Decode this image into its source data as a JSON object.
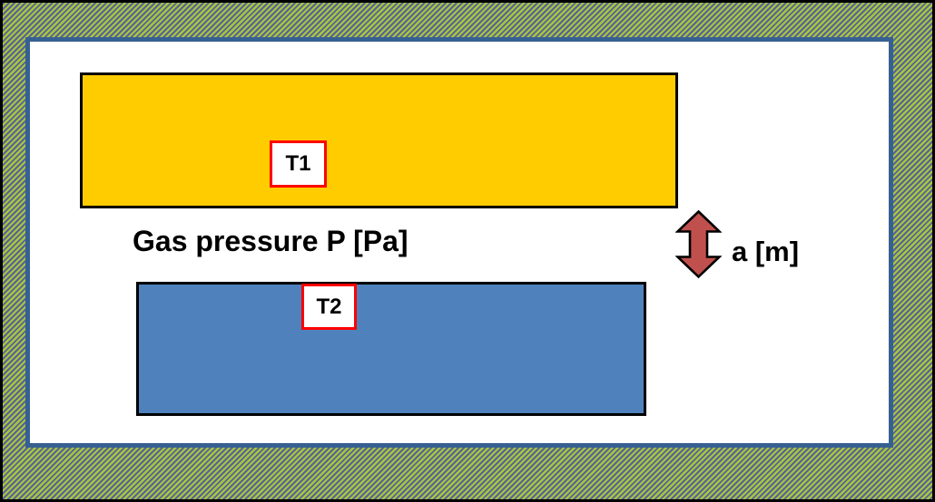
{
  "diagram": {
    "description": "Parallel plates schematic: two temperature plates separated by a gas gap inside a hatched wall enclosure",
    "labels": {
      "plate1": "T1",
      "plate2": "T2",
      "pressure": "Gas pressure P [Pa]",
      "gap": "a [m]"
    },
    "icons": {
      "gap_arrow": "double-vertical-arrow-icon"
    },
    "colors": {
      "plate1_fill": "#FFCC00",
      "plate2_fill": "#4F81BD",
      "arrow_fill": "#C0504D",
      "label_border": "#FF0000",
      "frame_border": "#376092",
      "hatch_light": "#A5C83B",
      "hatch_dark": "#5A5F9B",
      "outer_border": "#000000",
      "text_color": "#000000"
    }
  }
}
